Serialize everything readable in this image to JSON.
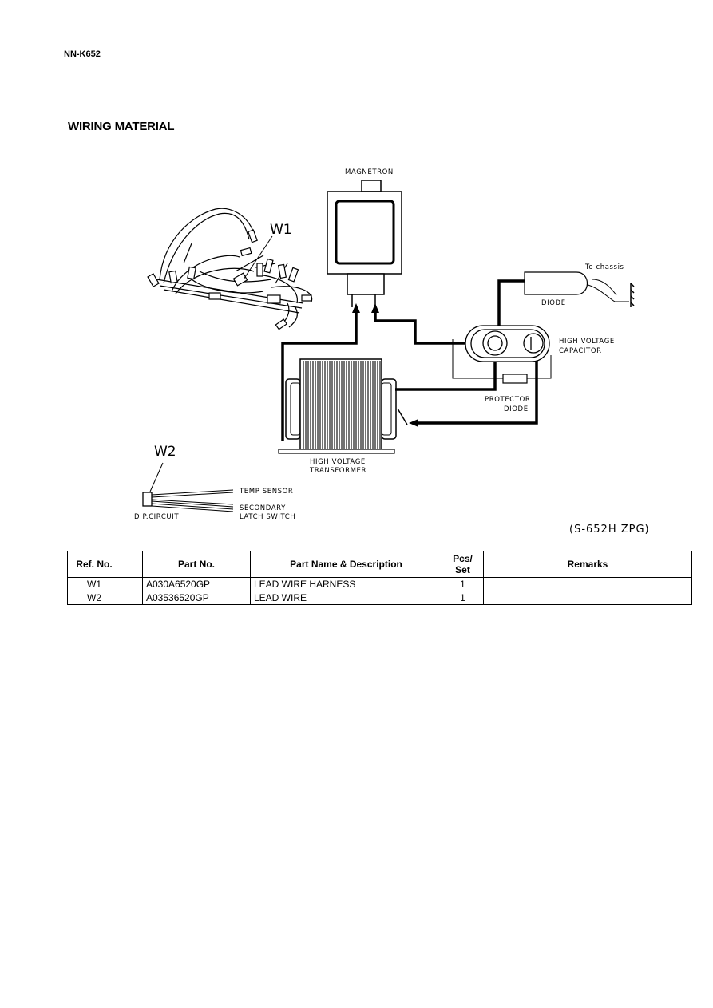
{
  "header": {
    "model": "NN-K652"
  },
  "section_title": "WIRING MATERIAL",
  "diagram": {
    "labels": {
      "magnetron": "MAGNETRON",
      "w1": "W1",
      "w2": "W2",
      "to_chassis": "To chassis",
      "diode": "DIODE",
      "hv_capacitor_1": "HIGH VOLTAGE",
      "hv_capacitor_2": "CAPACITOR",
      "protector_diode_1": "PROTECTOR",
      "protector_diode_2": "DIODE",
      "hv_transformer_1": "HIGH VOLTAGE",
      "hv_transformer_2": "TRANSFORMER",
      "temp_sensor": "TEMP SENSOR",
      "secondary_1": "SECONDARY",
      "secondary_2": "LATCH SWITCH",
      "dp_circuit": "D.P.CIRCUIT"
    },
    "model_code": "(S-652H ZPG)"
  },
  "parts_table": {
    "headers": {
      "ref": "Ref. No.",
      "blank": "",
      "part_no": "Part No.",
      "desc": "Part Name & Description",
      "pcs": "Pcs/ Set",
      "remarks": "Remarks"
    },
    "rows": [
      {
        "ref": "W1",
        "blank": "",
        "part_no": "A030A6520GP",
        "desc": "LEAD WIRE HARNESS",
        "pcs": "1",
        "remarks": ""
      },
      {
        "ref": "W2",
        "blank": "",
        "part_no": "A03536520GP",
        "desc": "LEAD WIRE",
        "pcs": "1",
        "remarks": ""
      }
    ]
  }
}
